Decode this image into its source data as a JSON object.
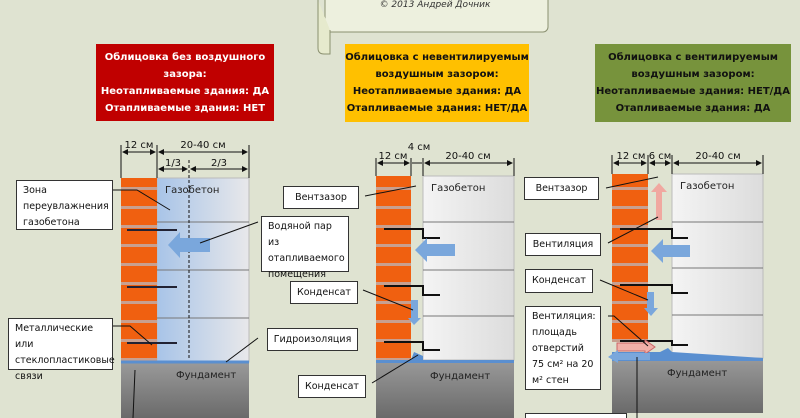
{
  "copyright": "© 2013 Андрей Дочник",
  "colors": {
    "red": "#c00000",
    "yellow": "#ffc000",
    "green": "#77933c",
    "brick": "#f06010",
    "water": "#6fa0dc"
  },
  "panels": [
    {
      "title1": "Облицовка без воздушного",
      "title2": "зазора:",
      "line3": "Неотапливаемые здания: ДА",
      "line4": "Отапливаемые здания: НЕТ"
    },
    {
      "title1": "Облицовка с невентилируемым",
      "title2": "воздушным зазором:",
      "line3": "Неотапливаемые здания: ДА",
      "line4": "Отапливаемые здания: НЕТ/ДА"
    },
    {
      "title1": "Облицовка с вентилируемым",
      "title2": "воздушным зазором:",
      "line3": "Неотапливаемые здания: НЕТ/ДА",
      "line4": "Отапливаемые здания: ДА"
    }
  ],
  "dims": {
    "brick": "12 см",
    "block": "20-40 см",
    "third1": "1/3",
    "third2": "2/3",
    "gap4": "4 см",
    "gap6": "6 см"
  },
  "materials": {
    "aerated": "Газобетон",
    "foundation": "Фундамент"
  },
  "labels": {
    "overwet_zone": "Зона переувлажнения газобетона",
    "ties": "Металлические или стеклопластиковые связи",
    "vapor": "Водяной пар из отапливаемого помещения",
    "waterproofing": "Гидроизоляция",
    "air_gap": "Вентзазор",
    "condensate": "Конденсат",
    "condensate2": "Конденсат",
    "air_gap3": "Вентзазор",
    "ventilation": "Вентиляция",
    "condensate3": "Конденсат",
    "vent_area": "Вентиляция: площадь отверстий 75 см² на 20 м² стен"
  }
}
